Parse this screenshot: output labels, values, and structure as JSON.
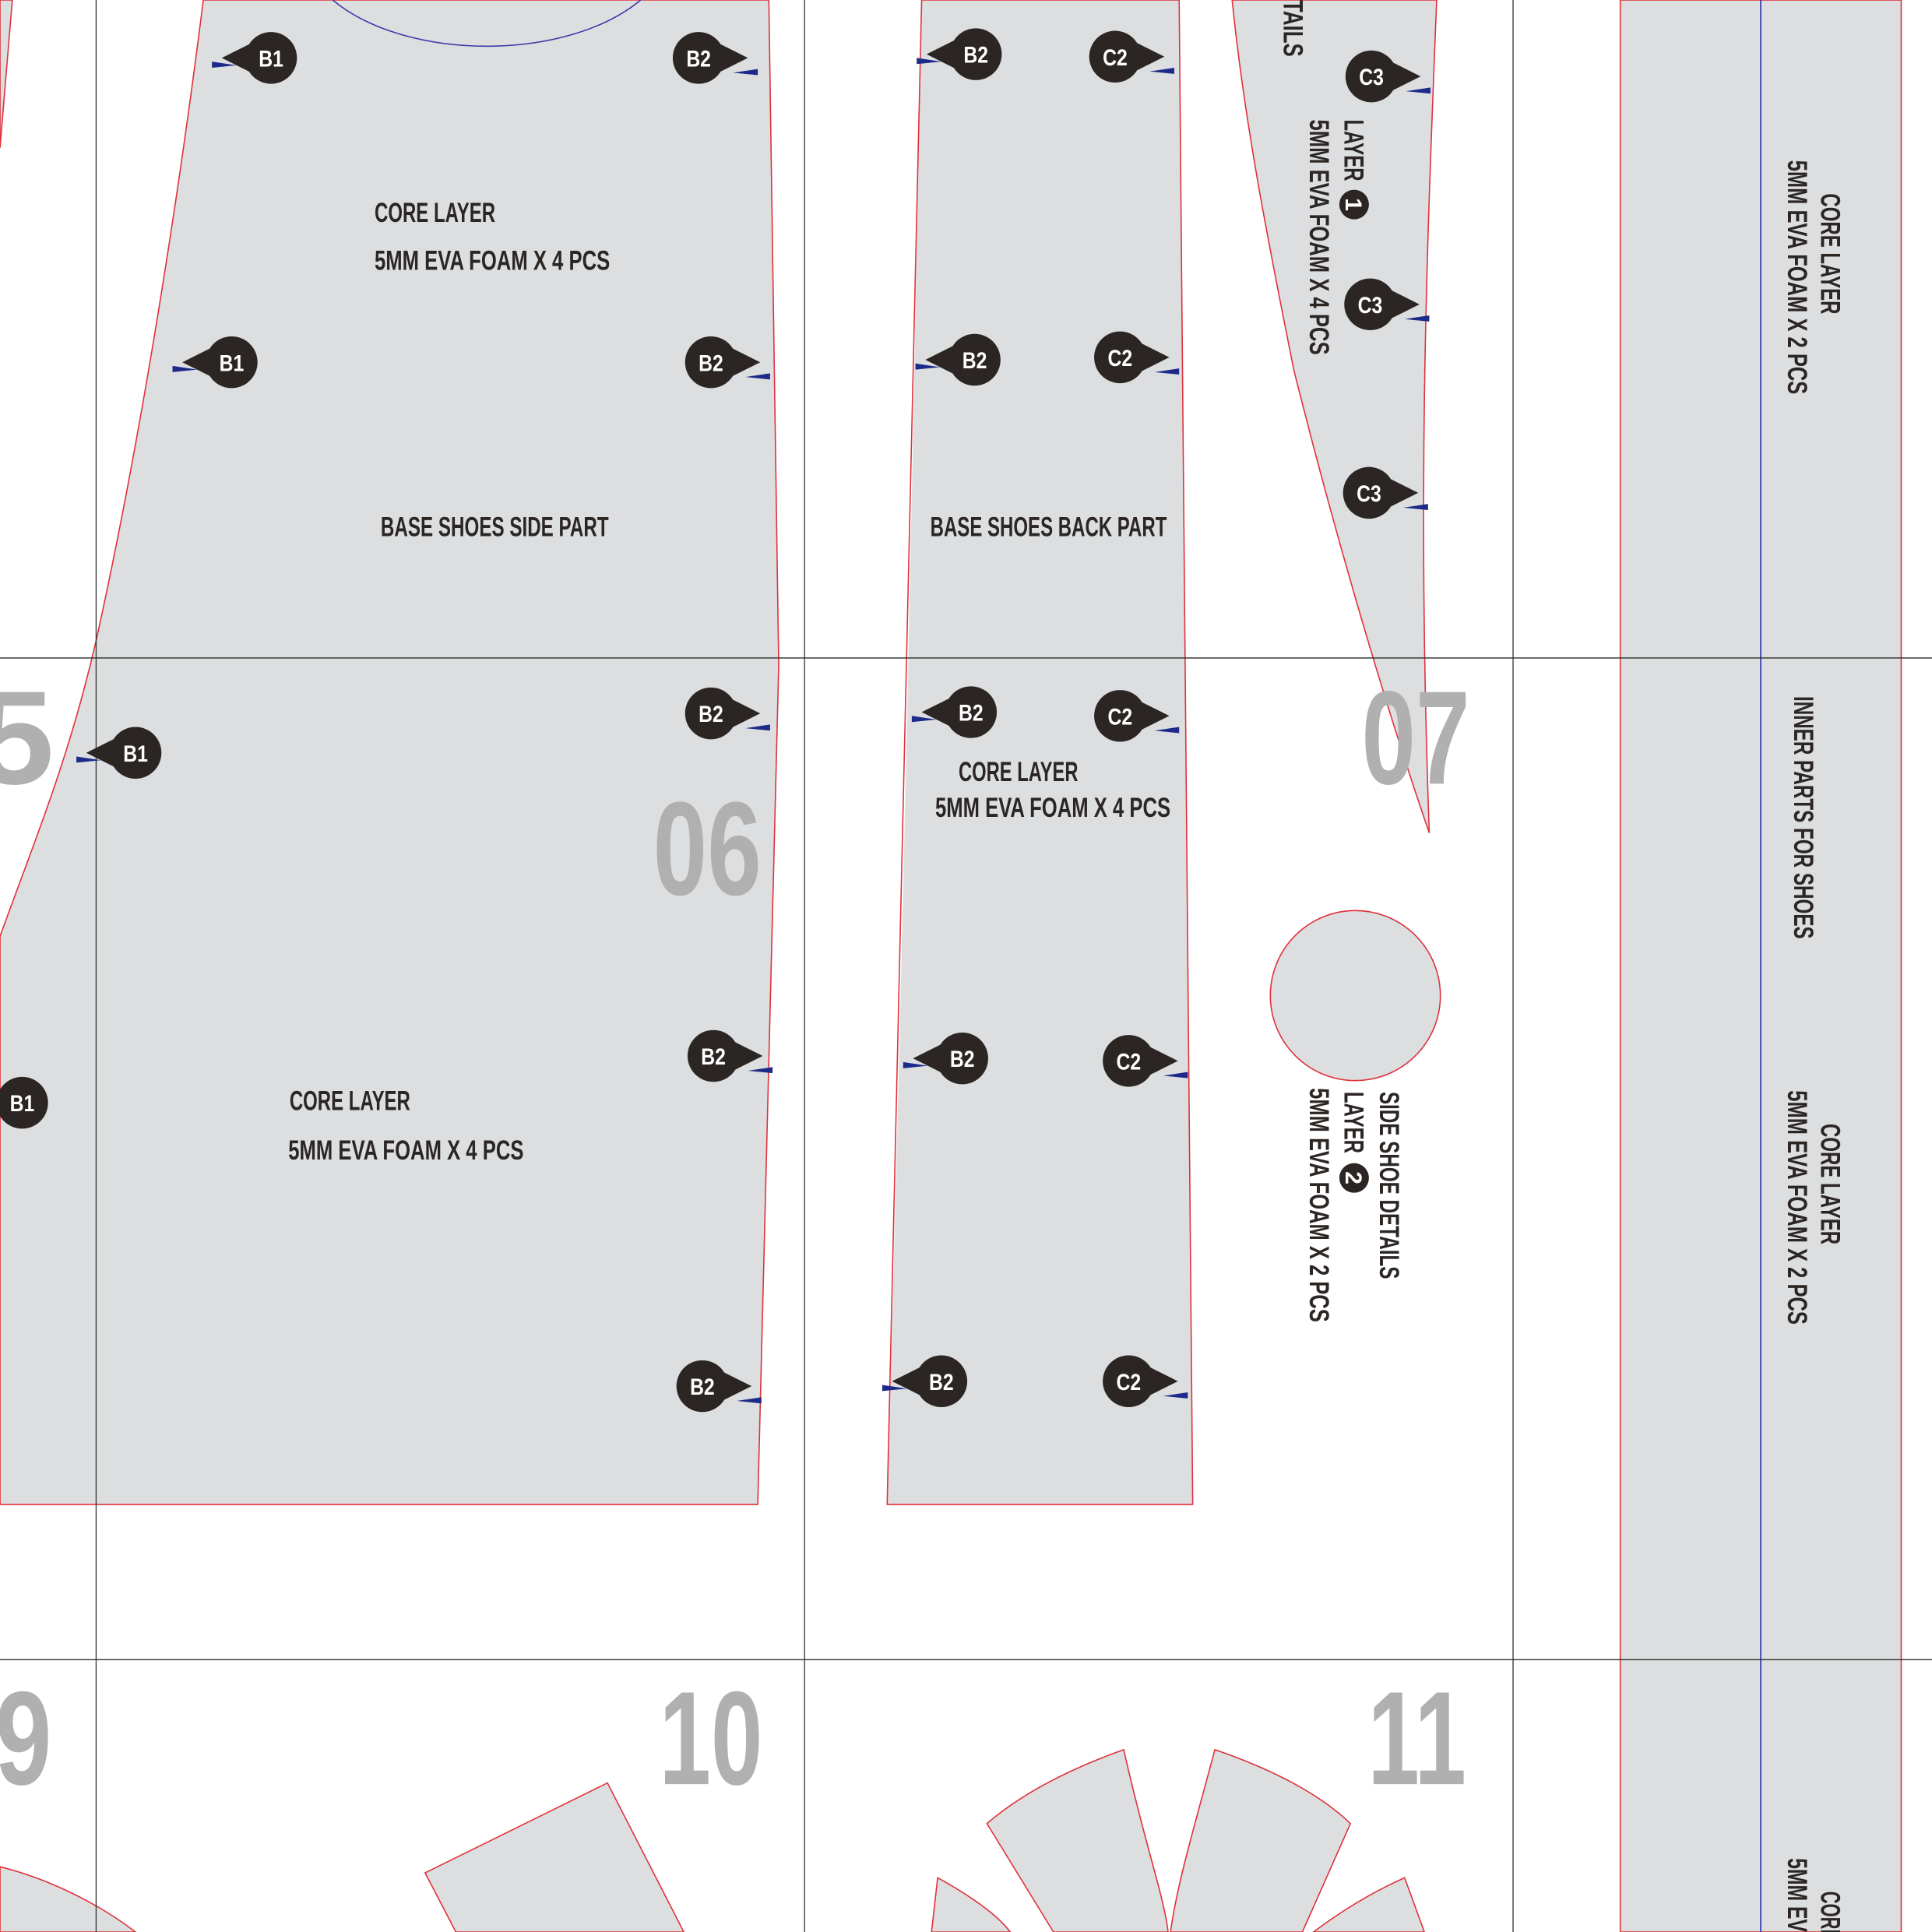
{
  "page_numbers": {
    "p05": "5",
    "p06": "06",
    "p07": "07",
    "p09": "9",
    "p10": "10",
    "p11": "11"
  },
  "side_part": {
    "core_label_top": "CORE LAYER",
    "foam_label_top": "5MM EVA FOAM X 4 PCS",
    "name": "BASE SHOES SIDE PART",
    "core_label_bottom": "CORE LAYER",
    "foam_label_bottom": "5MM EVA FOAM X 4 PCS"
  },
  "back_part": {
    "name": "BASE SHOES BACK PART",
    "core_label": "CORE LAYER",
    "foam_label": "5MM EVA FOAM X 4 PCS"
  },
  "side_details_layer1": {
    "title_partial": "TAILS",
    "layer": "LAYER",
    "layer_num": "1",
    "foam": "5MM EVA FOAM X 4 PCS"
  },
  "side_details_layer2": {
    "title": "SIDE SHOE DETAILS",
    "layer": "LAYER",
    "layer_num": "2",
    "foam": "5MM EVA FOAM X 2 PCS"
  },
  "inner_strip": {
    "core_label_1": "CORE LAYER",
    "foam_label_1": "5MM EVA FOAM X 2 PCS",
    "title": "INNER PARTS FOR SHOES",
    "core_label_2": "CORE LAYER",
    "foam_label_2": "5MM EVA FOAM X 2 PCS",
    "core_label_3_partial": "CORE",
    "foam_label_3_partial": "5MM EV"
  },
  "markers": [
    "B1",
    "B2",
    "B2",
    "C2",
    "B1",
    "B2",
    "B2",
    "C2",
    "C3",
    "C3",
    "C3",
    "B2",
    "B1",
    "B2",
    "C2",
    "B2",
    "B1",
    "B2",
    "C2",
    "B2",
    "B2",
    "C2"
  ],
  "colors": {
    "piece_fill": "#dcdedf",
    "cut_line": "#e0303a",
    "notch": "#1e2a8a",
    "marker": "#2b2624",
    "page_number": "#b0b0b0"
  }
}
